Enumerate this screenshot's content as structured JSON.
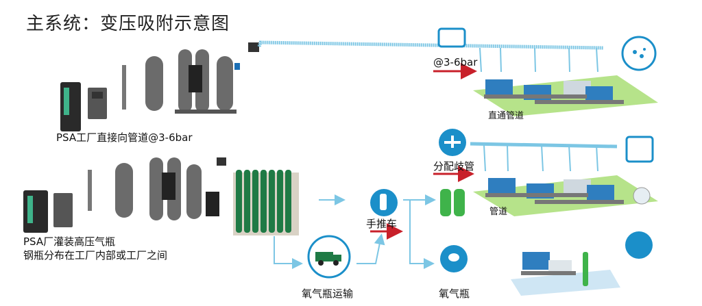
{
  "title": "主系统：变压吸附示意图",
  "labels": {
    "psa_pipeline": "PSA工厂直接向管道@3-6bar",
    "psa_cylinder_line1": "PSA厂灌装高压气瓶",
    "psa_cylinder_line2": "钢瓶分布在工厂内部或工厂之间",
    "pressure": "@3-6bar",
    "direct_pipeline": "直通管道",
    "manifold": "分配歧管",
    "pipeline": "管道",
    "trolley": "手推车",
    "cylinder_transport": "氧气瓶运输",
    "oxygen_cylinder": "氧气瓶"
  },
  "colors": {
    "pipe": "#7cc6e4",
    "arrow_red": "#c8202a",
    "icon_blue": "#1b8fc9",
    "cylinder_green": "#1f7a45",
    "machine_gray": "#6b6b6b",
    "floor_green": "#b6e38a"
  },
  "icons": [
    "compressor-icon",
    "dryer-icon",
    "filter-icon",
    "tank-icon",
    "generator-icon",
    "cylinder-rack-icon",
    "truck-icon",
    "trolley-icon",
    "manifold-icon",
    "bed-icon",
    "oxygen-mask-icon"
  ]
}
